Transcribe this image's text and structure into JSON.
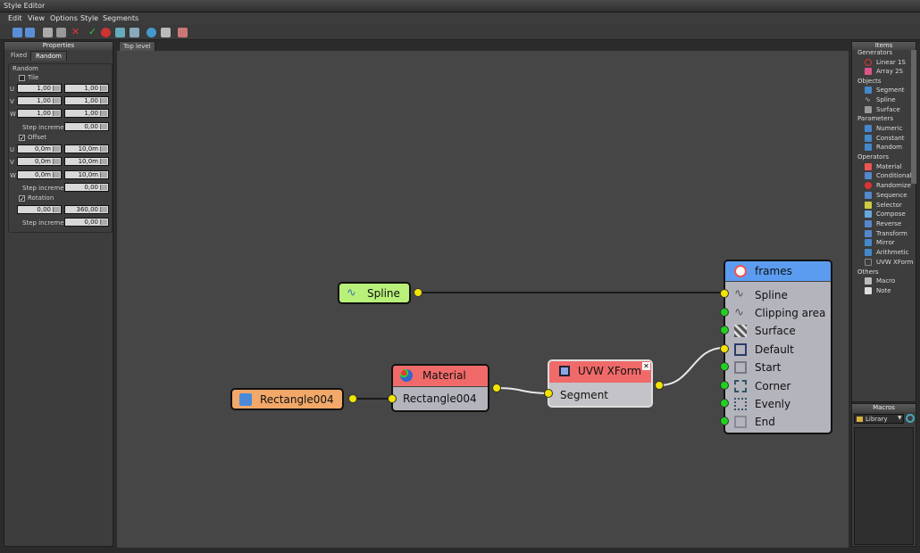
{
  "window": {
    "title": "Style Editor"
  },
  "menu": [
    "Edit",
    "View",
    "Options",
    "Style",
    "Segments"
  ],
  "properties": {
    "title": "Properties",
    "tabs": [
      "Fixed",
      "Random"
    ],
    "group": "Random",
    "tile": {
      "label": "Tile",
      "checked": false,
      "rows": [
        {
          "axis": "U",
          "a": "1,00",
          "b": "1,00"
        },
        {
          "axis": "V",
          "a": "1,00",
          "b": "1,00"
        },
        {
          "axis": "W",
          "a": "1,00",
          "b": "1,00"
        }
      ],
      "step_label": "Step increment",
      "step": "0,00"
    },
    "offset": {
      "label": "Offset",
      "checked": true,
      "rows": [
        {
          "axis": "U",
          "a": "0,0m",
          "b": "10,0m"
        },
        {
          "axis": "V",
          "a": "0,0m",
          "b": "10,0m"
        },
        {
          "axis": "W",
          "a": "0,0m",
          "b": "10,0m"
        }
      ],
      "step_label": "Step increment",
      "step": "0,00"
    },
    "rotation": {
      "label": "Rotation",
      "checked": true,
      "a": "0,00",
      "b": "360,00",
      "step_label": "Step increment",
      "step": "0,00"
    }
  },
  "canvas": {
    "tab": "Top level",
    "nodes": {
      "spline": {
        "title": "Spline"
      },
      "rectangle": {
        "title": "Rectangle004"
      },
      "material": {
        "title": "Material",
        "input": "Rectangle004"
      },
      "uvw": {
        "title": "UVW XForm",
        "input": "Segment"
      },
      "frames": {
        "title": "frames",
        "ports": [
          "Spline",
          "Clipping area",
          "Surface",
          "Default",
          "Start",
          "Corner",
          "Evenly",
          "End"
        ]
      }
    }
  },
  "items": {
    "title": "Items",
    "categories": [
      {
        "name": "Generators",
        "items": [
          "Linear 1S",
          "Array 2S"
        ]
      },
      {
        "name": "Objects",
        "items": [
          "Segment",
          "Spline",
          "Surface"
        ]
      },
      {
        "name": "Parameters",
        "items": [
          "Numeric",
          "Constant",
          "Random"
        ]
      },
      {
        "name": "Operators",
        "items": [
          "Material",
          "Conditional",
          "Randomize",
          "Sequence",
          "Selector",
          "Compose",
          "Reverse",
          "Transform",
          "Mirror",
          "Arithmetic",
          "UVW XForm"
        ]
      },
      {
        "name": "Others",
        "items": [
          "Macro",
          "Note"
        ]
      }
    ]
  },
  "macros": {
    "title": "Macros",
    "library": "Library"
  },
  "colors": {
    "node_yellow": "#f2e400",
    "node_green": "#1ed21e",
    "frames_header": "#5b9cf0",
    "material_header": "#f06a6a",
    "spline_body": "#b8f07a",
    "rect_body": "#f2a868"
  }
}
